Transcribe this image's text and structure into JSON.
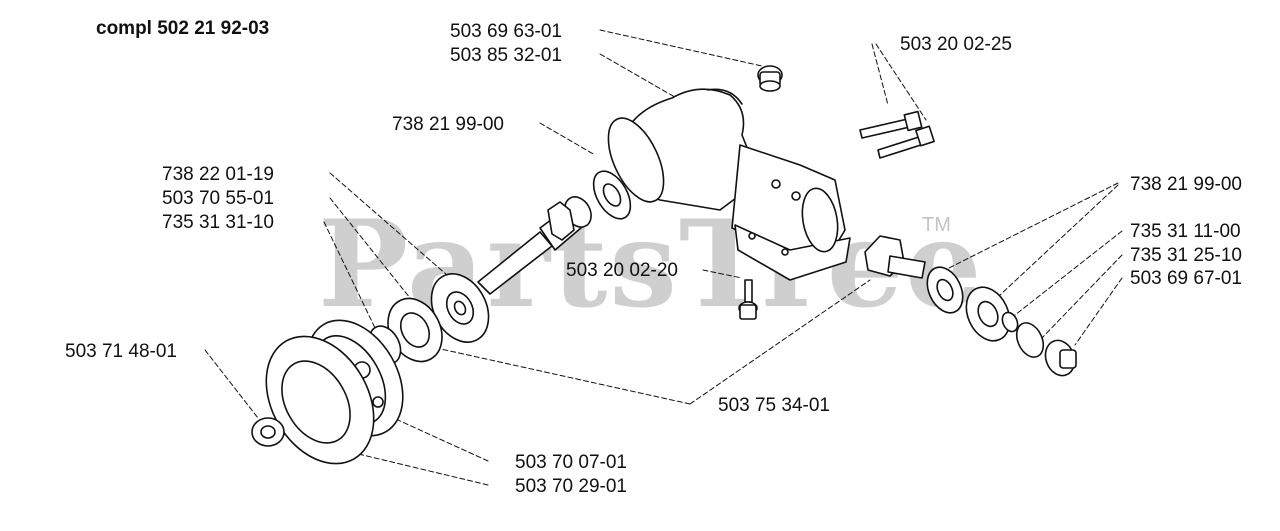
{
  "title": "compl 502 21 92-03",
  "watermark": {
    "text": "PartsTree",
    "trademark": "TM"
  },
  "labels": {
    "l_503696301": "503 69 63-01",
    "l_503853201": "503 85 32-01",
    "l_503200225": "503 20 02-25",
    "l_738219900_top": "738 21 99-00",
    "l_738220119": "738 22 01-19",
    "l_503705501": "503 70 55-01",
    "l_735313110": "735 31 31-10",
    "l_738219900_right": "738 21 99-00",
    "l_735311100": "735 31 11-00",
    "l_735312510": "735 31 25-10",
    "l_503696701": "503 69 67-01",
    "l_503200220": "503 20 02-20",
    "l_503714801": "503 71 48-01",
    "l_503753401": "503 75 34-01",
    "l_503700701": "503 70 07-01",
    "l_503702901": "503 70 29-01"
  },
  "colors": {
    "ink": "#111111",
    "watermark": "#cfcfcf",
    "background": "#ffffff"
  }
}
